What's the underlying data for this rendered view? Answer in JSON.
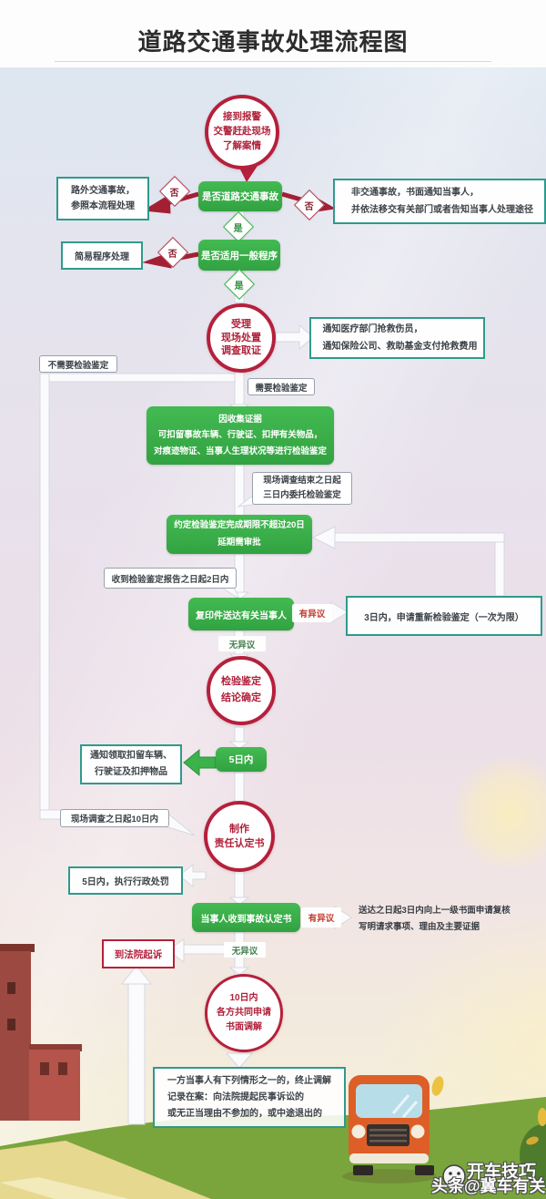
{
  "title": "道路交通事故处理流程图",
  "colors": {
    "green": "#3bb24a",
    "red": "#b5203c",
    "teal": "#2f9a8c",
    "arrow_red": "#a32034"
  },
  "nodes": {
    "yes": "是",
    "no": "否",
    "start": "接到报警\n交警赶赴现场\n了解案情",
    "q_traffic": "是否道路交通事故",
    "offroad": "路外交通事故，\n参照本流程处理",
    "non_traffic": "非交通事故，书面通知当事人，\n并依法移交有关部门或者告知当事人处理途径",
    "q_general": "是否适用一般程序",
    "simple": "简易程序处理",
    "accept": "受理\n现场处置\n调查取证",
    "notify": "通知医疗部门抢救伤员，\n通知保险公司、救助基金支付抢救费用",
    "no_need": "不需要检验鉴定",
    "need": "需要检验鉴定",
    "evidence": "因收集证据\n可扣留事故车辆、行驶证、扣押有关物品，\n对痕迹物证、当事人生理状况等进行检验鉴定",
    "entrust": "现场调查结束之日起\n三日内委托检验鉴定",
    "deadline": "约定检验鉴定完成期限不超过20日\n延期需审批",
    "report2days": "收到检验鉴定报告之日起2日内",
    "copies": "复印件送达有关当事人",
    "objection1": "有异议",
    "reapply": "3日内，申请重新检验鉴定（一次为限）",
    "no_objection1": "无异议",
    "conclusion": "检验鉴定\n结论确定",
    "five_days": "5日内",
    "collect": "通知领取扣留车辆、\n行驶证及扣押物品",
    "ten_days": "现场调查之日起10日内",
    "produce": "制作\n责任认定书",
    "penalty": "5日内，执行行政处罚",
    "receive": "当事人收到事故认定书",
    "objection2": "有异议",
    "review": "送达之日起3日内向上一级书面申请复核\n写明请求事项、理由及主要证据",
    "no_objection2": "无异议",
    "court": "到法院起诉",
    "mediation": "10日内\n各方共同申请\n书面调解",
    "terminate": "一方当事人有下列情形之一的，终止调解\n记录在案：向法院提起民事诉讼的\n或无正当理由不参加的，或中途退出的"
  },
  "watermark": {
    "line1": "开车技巧",
    "line2": "头条@冀车有关"
  }
}
